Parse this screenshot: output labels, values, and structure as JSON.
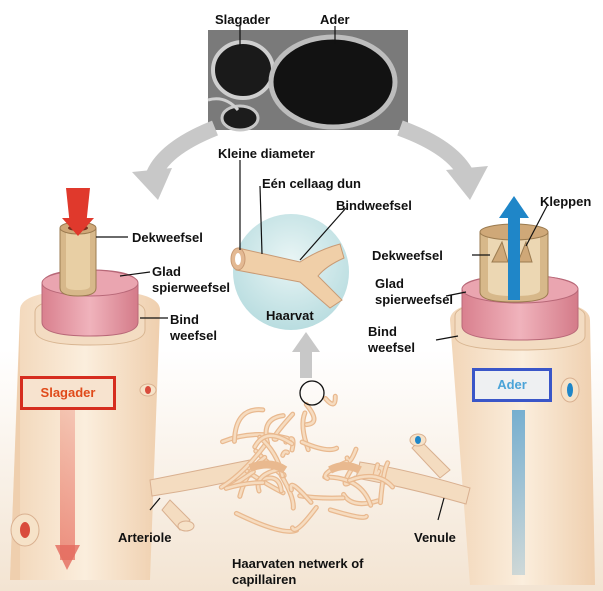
{
  "micrograph": {
    "artery_label": "Slagader",
    "vein_label": "Ader"
  },
  "capillary": {
    "small_diameter": "Kleine diameter",
    "one_cell_layer": "Eén cellaag dun",
    "connective_tissue": "Bindweefsel",
    "name": "Haarvat"
  },
  "artery": {
    "layer_endothelium": "Dekweefsel",
    "layer_smooth_muscle_1": "Glad",
    "layer_smooth_muscle_2": "spierweefsel",
    "layer_connective_1": "Bind",
    "layer_connective_2": "weefsel",
    "name": "Slagader",
    "branch": "Arteriole"
  },
  "vein": {
    "valves": "Kleppen",
    "layer_endothelium": "Dekweefsel",
    "layer_smooth_muscle_1": "Glad",
    "layer_smooth_muscle_2": "spierweefsel",
    "layer_connective_1": "Bind",
    "layer_connective_2": "weefsel",
    "name": "Ader",
    "branch": "Venule"
  },
  "network": {
    "caption_1": "Haarvaten netwerk of",
    "caption_2": "capillairen"
  },
  "colors": {
    "artery_box_border": "#d62d1f",
    "artery_box_text": "#e04a1a",
    "vein_box_border": "#3a56c8",
    "vein_box_text": "#4aa3d8",
    "vessel_tissue": "#f6e2c8",
    "muscle_pink": "#e39aa6",
    "blood_red": "#e0392c",
    "blood_blue": "#1f86c8"
  }
}
